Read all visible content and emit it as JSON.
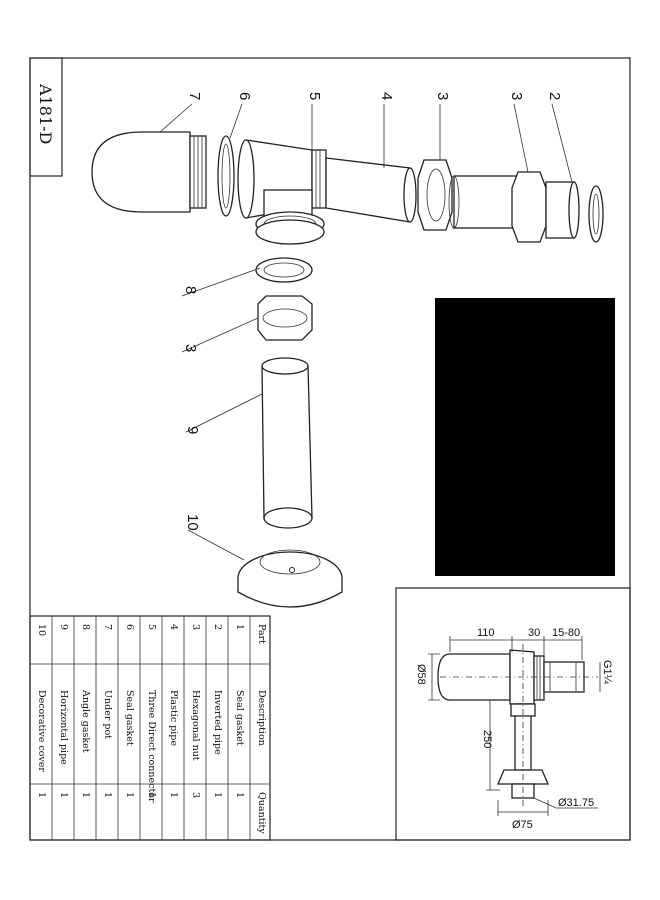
{
  "model_code": "A181-D",
  "callouts": {
    "c7": "7",
    "c6": "6",
    "c5": "5",
    "c4": "4",
    "c3a": "3",
    "c3b": "3",
    "c2": "2",
    "c8": "8",
    "c3c": "3",
    "c9": "9",
    "c10": "10"
  },
  "table": {
    "headers": {
      "part": "Part",
      "description": "Description",
      "quantity": "Quantity"
    },
    "rows": [
      {
        "part": "1",
        "description": "Seal gasket",
        "quantity": "1"
      },
      {
        "part": "2",
        "description": "Inverted pipe",
        "quantity": "1"
      },
      {
        "part": "3",
        "description": "Hexagonal nut",
        "quantity": "3"
      },
      {
        "part": "4",
        "description": "Plastic pipe",
        "quantity": "1"
      },
      {
        "part": "5",
        "description": "Three Direct connector",
        "quantity": "1"
      },
      {
        "part": "6",
        "description": "Seal gasket",
        "quantity": "1"
      },
      {
        "part": "7",
        "description": "Under pot",
        "quantity": "1"
      },
      {
        "part": "8",
        "description": "Angle gasket",
        "quantity": "1"
      },
      {
        "part": "9",
        "description": "Horizontal pipe",
        "quantity": "1"
      },
      {
        "part": "10",
        "description": "Decorative cover",
        "quantity": "1"
      }
    ]
  },
  "dimensions": {
    "d110": "110",
    "d30": "30",
    "d15_80": "15-80",
    "g114": "G1¼",
    "d58": "Ø58",
    "d250": "250",
    "d3175": "Ø31.75",
    "d75": "Ø75"
  }
}
